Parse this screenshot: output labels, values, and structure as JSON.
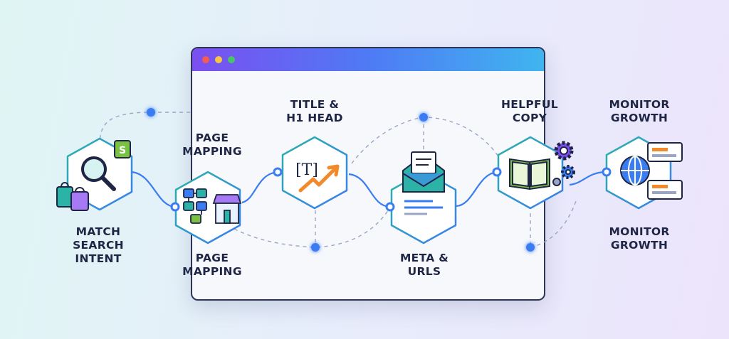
{
  "colors": {
    "navy": "#1f2544",
    "teal": "#2bb3a7",
    "blue": "#3a7cf2",
    "purple": "#7b4ff0",
    "orange": "#f28a2b",
    "green": "#7ac143"
  },
  "browser": {
    "dots": [
      "#f25c54",
      "#f6c544",
      "#49c46b"
    ]
  },
  "steps": [
    {
      "id": "match-search-intent",
      "label": "MATCH\nSEARCH\nINTENT",
      "icon": "magnifier-shopping-icon"
    },
    {
      "id": "page-mapping",
      "label_top": "PAGE\nMAPPING",
      "label_bottom": "PAGE\nMAPPING",
      "icon": "sitemap-store-icon"
    },
    {
      "id": "title-h1-head",
      "label": "TITLE &\nH1 HEAD",
      "icon": "title-growth-icon"
    },
    {
      "id": "meta-urls",
      "label": "META &\nURLS",
      "icon": "envelope-icon"
    },
    {
      "id": "helpful-copy",
      "label": "HELPFUL\nCOPY",
      "icon": "book-gears-icon"
    },
    {
      "id": "monitor-growth",
      "label_top": "MONITOR\nGROWTH",
      "label_bottom": "MONITOR\nGROWTH",
      "icon": "globe-search-icon"
    }
  ],
  "icons": {
    "title_glyph": "[T]"
  }
}
